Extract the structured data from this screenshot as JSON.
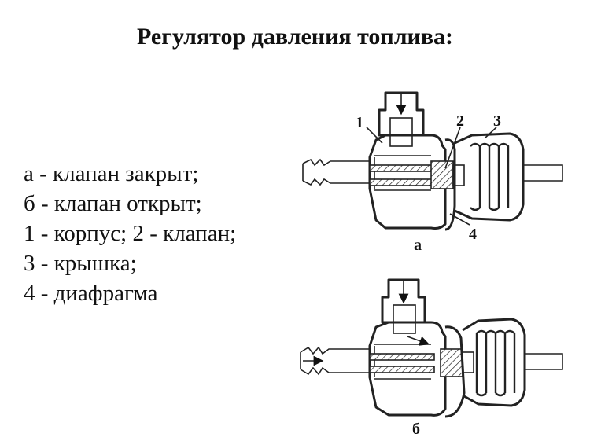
{
  "title": "Регулятор давления топлива:",
  "legend": [
    "а - клапан закрыт;",
    "б - клапан открыт;",
    "1 - корпус; 2 - клапан;",
    "3 - крышка;",
    "4 - диафрагма"
  ],
  "diagram_a": {
    "caption": "а",
    "callouts": [
      "1",
      "2",
      "3",
      "4"
    ]
  },
  "diagram_b": {
    "caption": "б"
  }
}
